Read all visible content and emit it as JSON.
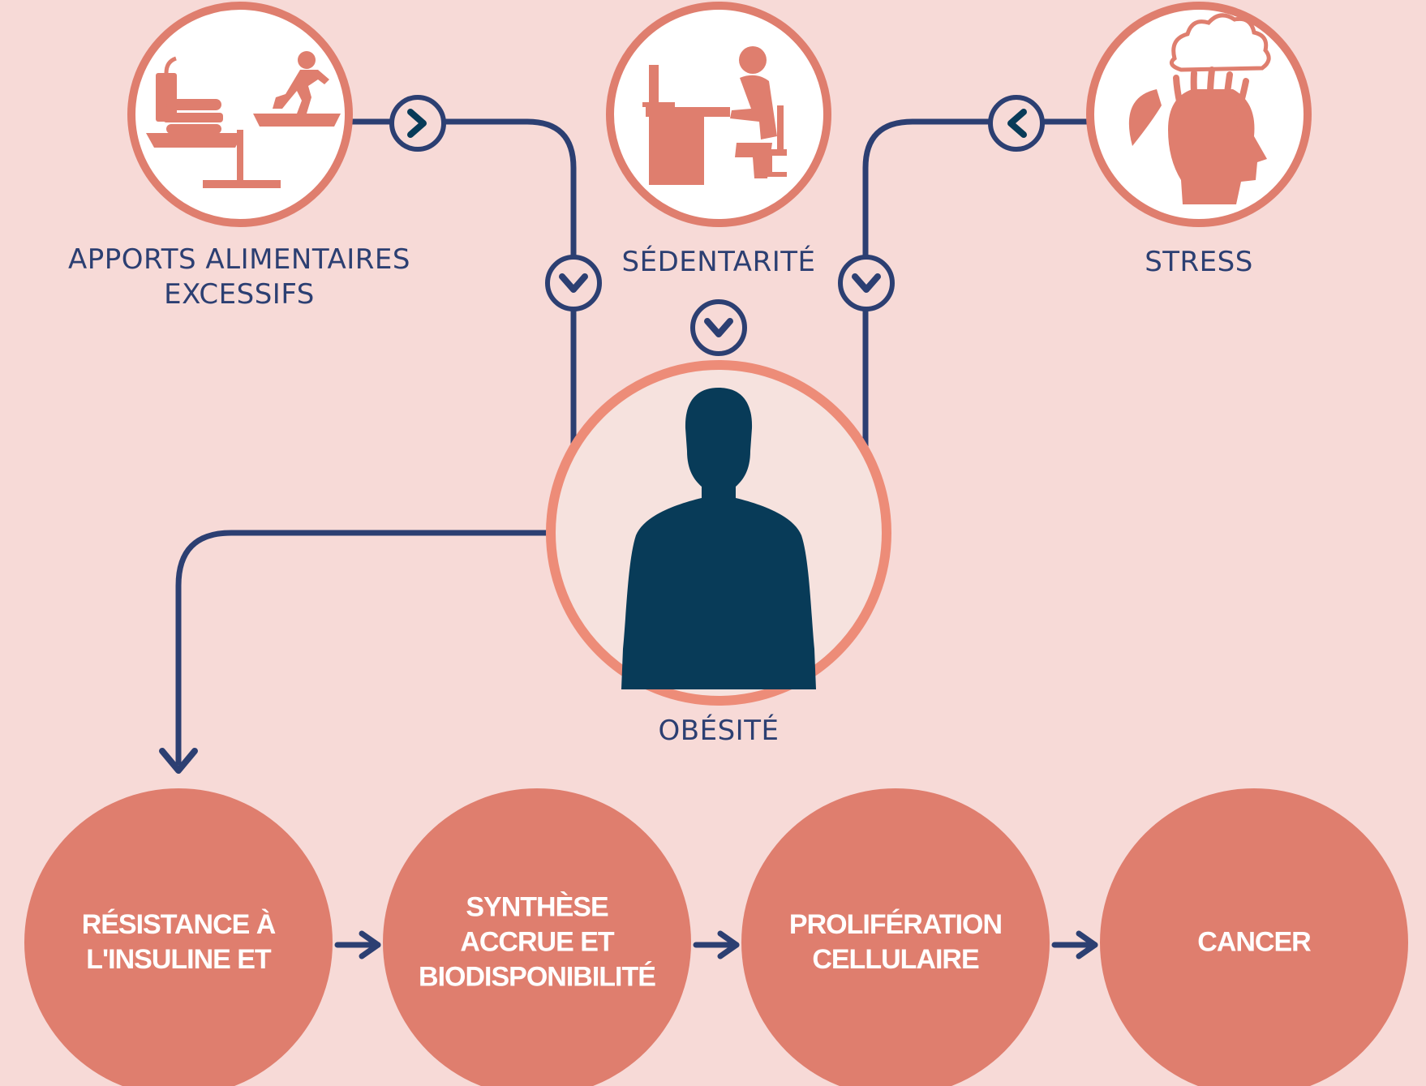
{
  "colors": {
    "background": "#f7dad7",
    "salmon": "#df7e6e",
    "ring_light": "#ed8c78",
    "navy": "#2c3f72",
    "silhouette": "#083b58",
    "inner_light": "#f6e2de"
  },
  "causes": [
    {
      "label": "APPORTS ALIMENTAIRES\nEXCESSIFS",
      "icon": "food-seesaw-icon"
    },
    {
      "label": "SÉDENTARITÉ",
      "icon": "desk-worker-icon"
    },
    {
      "label": "STRESS",
      "icon": "stressed-head-icon"
    }
  ],
  "center": {
    "label": "OBÉSITÉ",
    "icon": "person-silhouette-icon"
  },
  "chain": [
    {
      "label": "RÉSISTANCE À\nL'INSULINE ET"
    },
    {
      "label": "SYNTHÈSE\nACCRUE ET\nBIODISPONIBILITÉ"
    },
    {
      "label": "PROLIFÉRATION\nCELLULAIRE"
    },
    {
      "label": "CANCER"
    }
  ]
}
